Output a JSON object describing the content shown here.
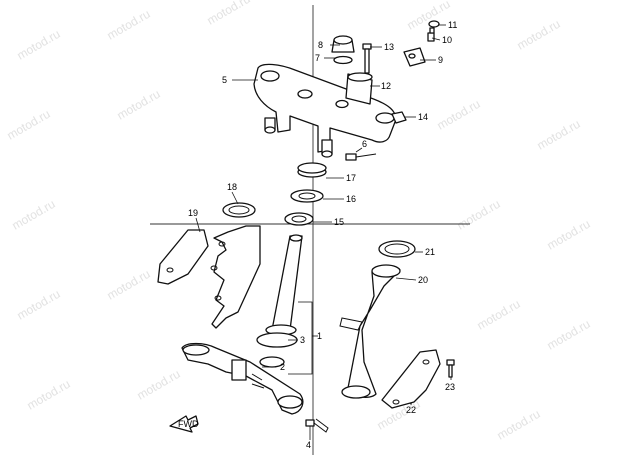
{
  "watermark": {
    "text": "motod.ru"
  },
  "front_arrow": {
    "label": "FWD"
  },
  "callouts": [
    {
      "id": "c1",
      "label": "1"
    },
    {
      "id": "c2",
      "label": "2"
    },
    {
      "id": "c3",
      "label": "3"
    },
    {
      "id": "c4",
      "label": "4"
    },
    {
      "id": "c5",
      "label": "5"
    },
    {
      "id": "c6",
      "label": "6"
    },
    {
      "id": "c7",
      "label": "7"
    },
    {
      "id": "c8",
      "label": "8"
    },
    {
      "id": "c9",
      "label": "9"
    },
    {
      "id": "c10",
      "label": "10"
    },
    {
      "id": "c11",
      "label": "11"
    },
    {
      "id": "c12",
      "label": "12"
    },
    {
      "id": "c13",
      "label": "13"
    },
    {
      "id": "c14",
      "label": "14"
    },
    {
      "id": "c15",
      "label": "15"
    },
    {
      "id": "c16",
      "label": "16"
    },
    {
      "id": "c17",
      "label": "17"
    },
    {
      "id": "c18",
      "label": "18"
    },
    {
      "id": "c19",
      "label": "19"
    },
    {
      "id": "c20",
      "label": "20"
    },
    {
      "id": "c21",
      "label": "21"
    },
    {
      "id": "c22",
      "label": "22"
    },
    {
      "id": "c23",
      "label": "23"
    }
  ]
}
